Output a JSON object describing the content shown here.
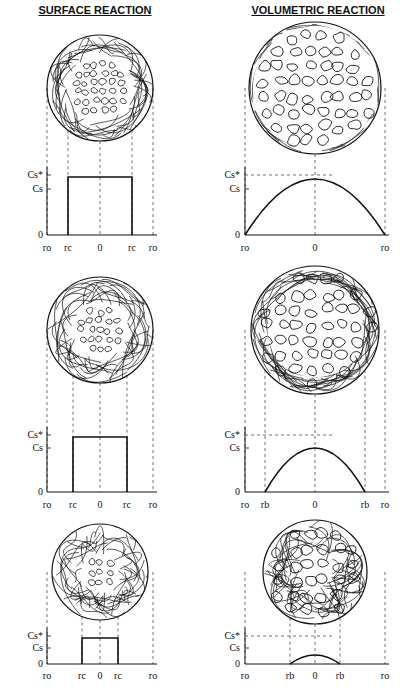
{
  "diagram": {
    "labels": [
      "SURFACE REACTION",
      "VOLUMETRIC REACTION",
      "Cs*",
      "Cs",
      "0",
      "ro",
      "rc",
      "0",
      "rc",
      "ro",
      "Cs*",
      "Cs",
      "0",
      "ro",
      "0",
      "ro",
      "Cs*",
      "Cs",
      "0",
      "ro",
      "rc",
      "0",
      "rc",
      "ro",
      "Cs*",
      "Cs",
      "0",
      "ro",
      "rb",
      "0",
      "rb",
      "ro",
      "Cs*",
      "Cs",
      "0",
      "ro",
      "rc",
      "0",
      "rc",
      "ro",
      "Cs*",
      "Cs",
      "0",
      "ro",
      "rb",
      "0",
      "rb",
      "ro"
    ]
  }
}
